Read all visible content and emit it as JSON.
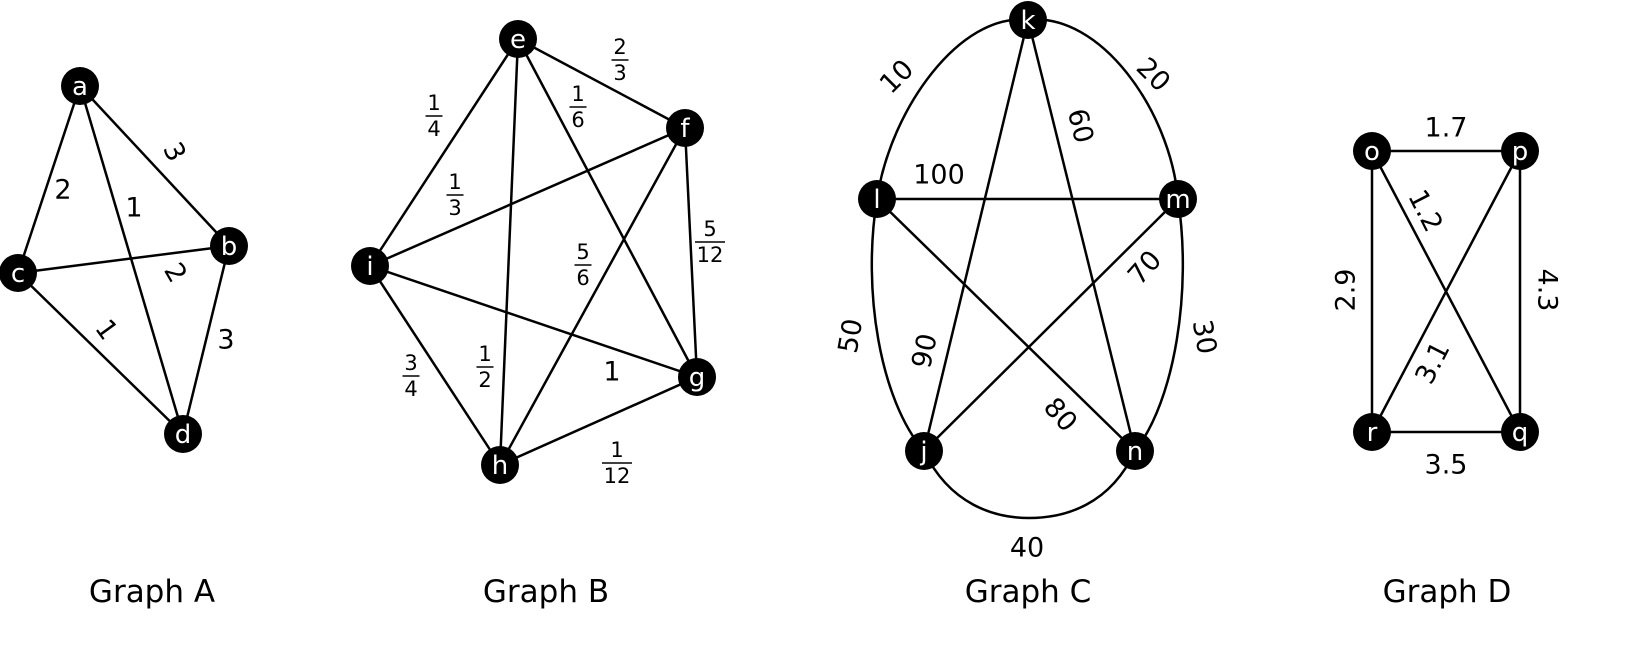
{
  "graphs": [
    {
      "id": "A",
      "title": "Graph A",
      "nodes": [
        "a",
        "b",
        "c",
        "d"
      ],
      "edges": [
        {
          "from": "a",
          "to": "c",
          "weight": "2"
        },
        {
          "from": "a",
          "to": "b",
          "weight": "3"
        },
        {
          "from": "a",
          "to": "d",
          "weight": "1"
        },
        {
          "from": "c",
          "to": "b",
          "weight": "2"
        },
        {
          "from": "c",
          "to": "d",
          "weight": "1"
        },
        {
          "from": "b",
          "to": "d",
          "weight": "3"
        }
      ]
    },
    {
      "id": "B",
      "title": "Graph B",
      "nodes": [
        "e",
        "f",
        "g",
        "h",
        "i"
      ],
      "edges": [
        {
          "from": "e",
          "to": "f",
          "weight": "2/3"
        },
        {
          "from": "e",
          "to": "i",
          "weight": "1/4"
        },
        {
          "from": "e",
          "to": "g",
          "weight": "1/6"
        },
        {
          "from": "e",
          "to": "h",
          "weight": "1/2"
        },
        {
          "from": "f",
          "to": "i",
          "weight": "1/3"
        },
        {
          "from": "f",
          "to": "g",
          "weight": "5/12"
        },
        {
          "from": "f",
          "to": "h",
          "weight": "5/6"
        },
        {
          "from": "i",
          "to": "g",
          "weight": "1"
        },
        {
          "from": "i",
          "to": "h",
          "weight": "3/4"
        },
        {
          "from": "h",
          "to": "g",
          "weight": "1/12"
        }
      ]
    },
    {
      "id": "C",
      "title": "Graph C",
      "nodes": [
        "k",
        "l",
        "m",
        "j",
        "n"
      ],
      "edges": [
        {
          "from": "k",
          "to": "l",
          "weight": "10"
        },
        {
          "from": "k",
          "to": "m",
          "weight": "20"
        },
        {
          "from": "m",
          "to": "n",
          "weight": "30"
        },
        {
          "from": "j",
          "to": "n",
          "weight": "40"
        },
        {
          "from": "l",
          "to": "j",
          "weight": "50"
        },
        {
          "from": "k",
          "to": "n",
          "weight": "60"
        },
        {
          "from": "m",
          "to": "j",
          "weight": "70"
        },
        {
          "from": "l",
          "to": "n",
          "weight": "80"
        },
        {
          "from": "k",
          "to": "j",
          "weight": "90"
        },
        {
          "from": "l",
          "to": "m",
          "weight": "100"
        }
      ]
    },
    {
      "id": "D",
      "title": "Graph D",
      "nodes": [
        "o",
        "p",
        "q",
        "r"
      ],
      "edges": [
        {
          "from": "o",
          "to": "p",
          "weight": "1.7"
        },
        {
          "from": "o",
          "to": "q",
          "weight": "1.2"
        },
        {
          "from": "o",
          "to": "r",
          "weight": "2.9"
        },
        {
          "from": "p",
          "to": "q",
          "weight": "4.3"
        },
        {
          "from": "p",
          "to": "r",
          "weight": "3.1"
        },
        {
          "from": "r",
          "to": "q",
          "weight": "3.5"
        }
      ]
    }
  ]
}
